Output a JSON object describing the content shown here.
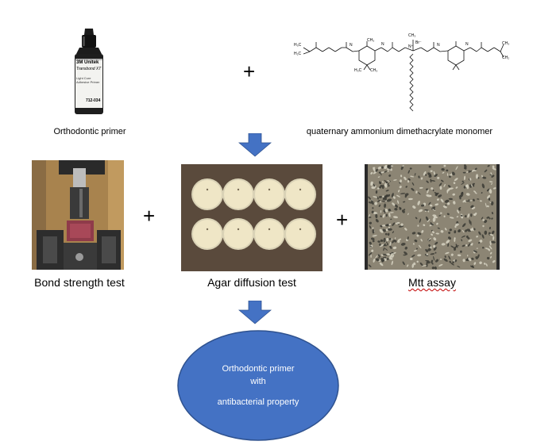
{
  "top": {
    "bottle": {
      "brand": "3M Unitek",
      "product": "Transbond XT",
      "line1": "Light Cure",
      "line2": "Adhesive Primer",
      "code": "712-034"
    },
    "primer_caption": "Orthodontic primer",
    "plus": "+",
    "monomer_caption": "quaternary ammonium dimethacrylate monomer",
    "chem_labels": {
      "methyl_top_left": "H₃C",
      "methyl_bottom_left": "H₂C",
      "ch3_a": "CH₃",
      "ch3_b": "H₃C",
      "ch3_c": "CH₃",
      "nh_a": "N",
      "nh_b": "N",
      "nh_c": "N",
      "nh_d": "N",
      "n_plus": "N⁺",
      "br_minus": "Br⁻",
      "ch3_top": "CH₃",
      "ch3_right_top": "CH₃",
      "ch2_right": "CH₂"
    }
  },
  "middle": {
    "plus_left": "+",
    "plus_right": "+",
    "bond_caption": "Bond strength test",
    "agar_caption": "Agar diffusion test",
    "mtt_caption": "Mtt assay"
  },
  "result": {
    "line1": "Orthodontic primer",
    "line2": "with",
    "line3": "antibacterial property"
  },
  "colors": {
    "arrow": "#4472c4",
    "ellipse_fill": "#4472c4",
    "ellipse_stroke": "#2f528f",
    "agar_bg": "#5a4a3c",
    "plate": "#efe6c6"
  }
}
